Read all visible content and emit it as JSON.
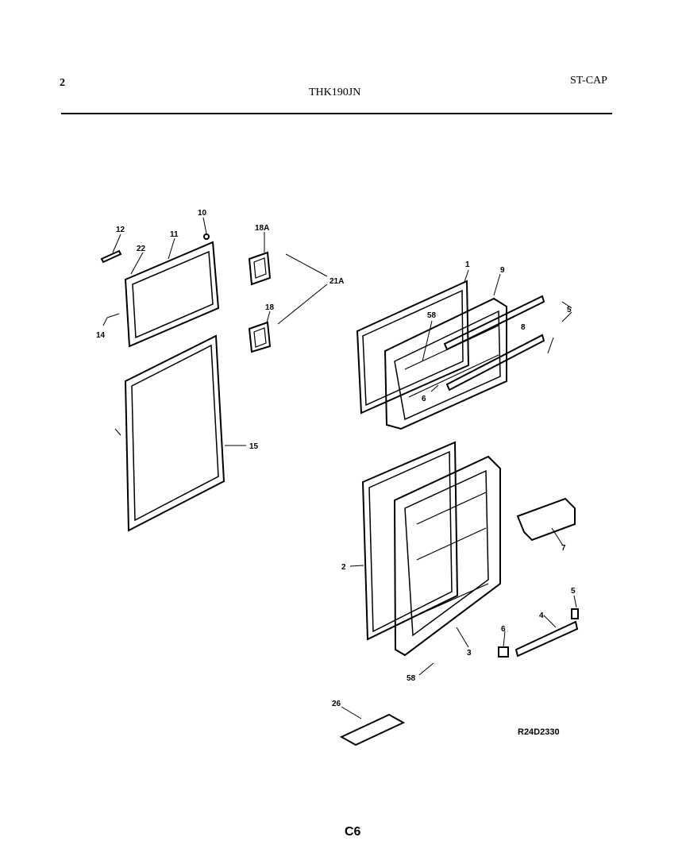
{
  "header": {
    "page_number": "2",
    "model": "THK190JN",
    "category": "ST-CAP"
  },
  "diagram": {
    "callouts": [
      "12",
      "22",
      "11",
      "10",
      "14",
      "15",
      "18A",
      "18",
      "21A",
      "1",
      "9",
      "58",
      "6",
      "5",
      "7",
      "8",
      "2",
      "3",
      "4",
      "58",
      "6",
      "5",
      "26"
    ],
    "drawing_code": "R24D2330"
  },
  "footer": {
    "page_code": "C6"
  }
}
